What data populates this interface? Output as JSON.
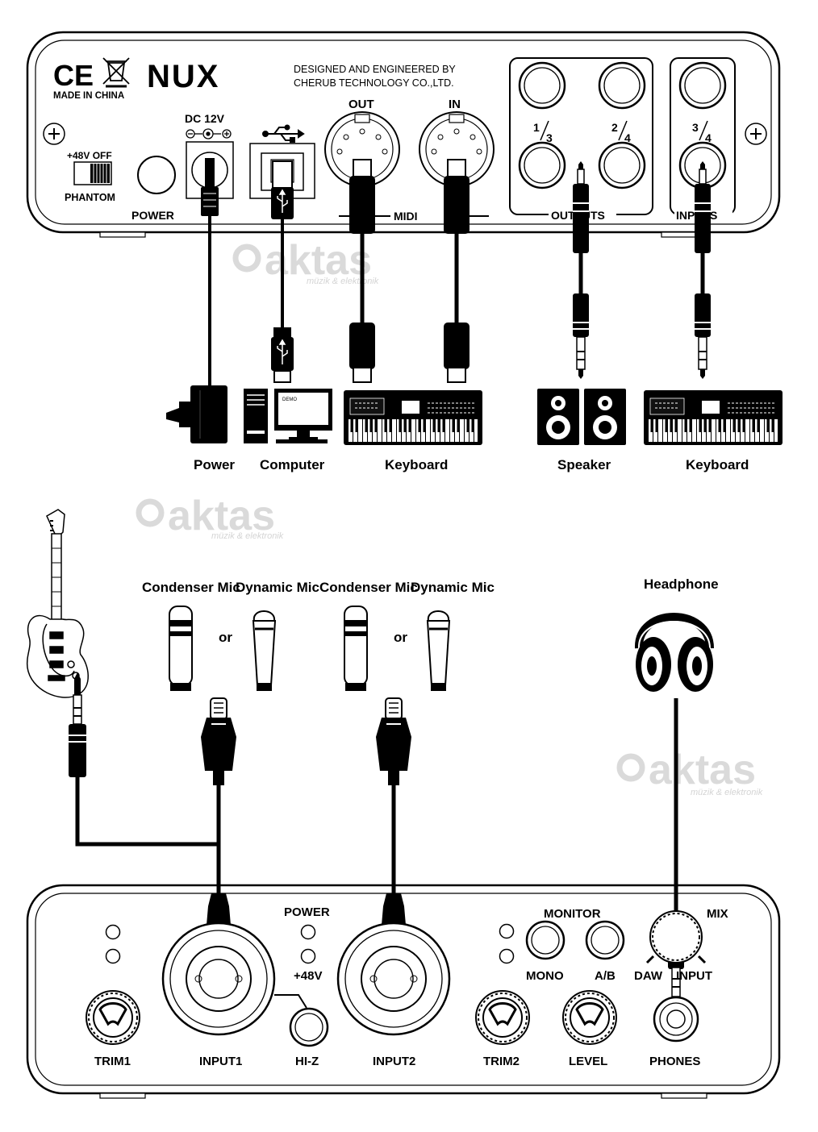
{
  "rear_panel": {
    "ce_mark": "CE",
    "made_in": "MADE IN CHINA",
    "brand_logo": "NUX",
    "designer_line1": "DESIGNED AND ENGINEERED BY",
    "designer_line2": "CHERUB TECHNOLOGY CO.,LTD.",
    "phantom_top": "+48V OFF",
    "phantom_bottom": "PHANTOM",
    "power": "POWER",
    "dc": "DC 12V",
    "midi": "MIDI",
    "midi_out": "OUT",
    "midi_in": "IN",
    "out_13_num": "1",
    "out_13_den": "3",
    "out_24_num": "2",
    "out_24_den": "4",
    "in_34_num": "3",
    "in_34_den": "4",
    "outputs": "OUTPUTS",
    "inputs": "INPUTS"
  },
  "devices": {
    "power": "Power",
    "computer": "Computer",
    "keyboard_midi": "Keyboard",
    "speaker": "Speaker",
    "keyboard_input": "Keyboard",
    "condenser_1": "Condenser Mic",
    "dynamic_1": "Dynamic Mic",
    "or_1": "or",
    "condenser_2": "Condenser Mic",
    "dynamic_2": "Dynamic Mic",
    "or_2": "or",
    "headphone": "Headphone",
    "monitor_label": "DEMO"
  },
  "front_panel": {
    "power": "POWER",
    "plus48": "+48V",
    "monitor": "MONITOR",
    "mix": "MIX",
    "mono": "MONO",
    "ab": "A/B",
    "daw": "DAW",
    "input": "INPUT",
    "trim1": "TRIM1",
    "input1": "INPUT1",
    "hiz": "HI-Z",
    "input2": "INPUT2",
    "trim2": "TRIM2",
    "level": "LEVEL",
    "phones": "PHONES"
  },
  "watermark": {
    "brand": "aktas",
    "tagline": "müzik & elektronik"
  }
}
